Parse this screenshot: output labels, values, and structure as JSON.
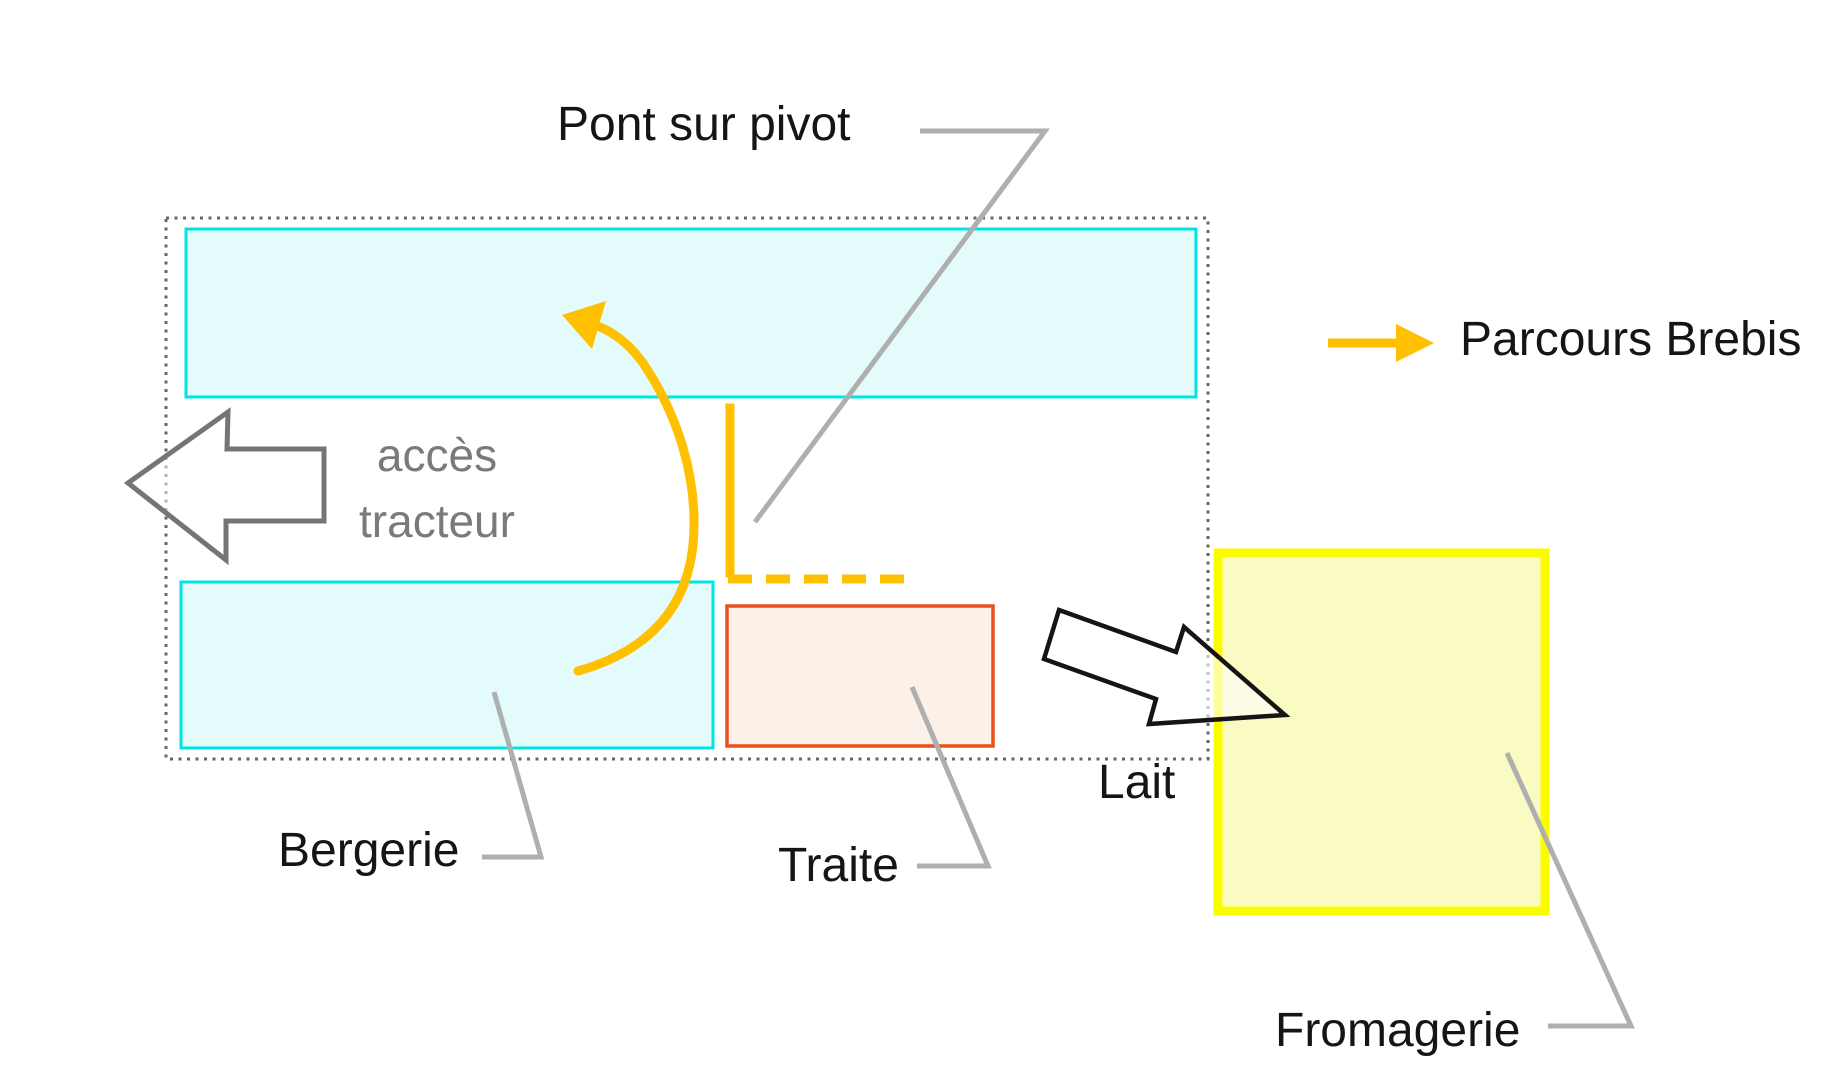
{
  "diagram": {
    "title_label": "Pont sur pivot",
    "zones": {
      "bergerie_label": "Bergerie",
      "traite_label": "Traite",
      "fromagerie_label": "Fromagerie",
      "lait_label": "Lait",
      "acces_tracteur_line1": "accès",
      "acces_tracteur_line2": "tracteur"
    },
    "legend": {
      "parcours_brebis_label": "Parcours Brebis"
    },
    "colors": {
      "background": "#FFFFFF",
      "cyan_zone_stroke": "#00E4E6",
      "cyan_zone_fill": "#E4FBFB",
      "orange_zone_stroke": "#E8511C",
      "orange_zone_fill": "#FCF1E8",
      "yellow_zone_stroke": "#FCFC00",
      "yellow_zone_fill": "#FAFAC3",
      "sheep_path_gold": "#FFC000",
      "tractor_arrow_gray": "#757575",
      "gray_text": "#7A7A7A",
      "leader_line_gray": "#AFAFAF",
      "dotted_border_gray": "#666666",
      "label_text_black": "#151515",
      "milk_arrow_black": "#151515"
    }
  }
}
